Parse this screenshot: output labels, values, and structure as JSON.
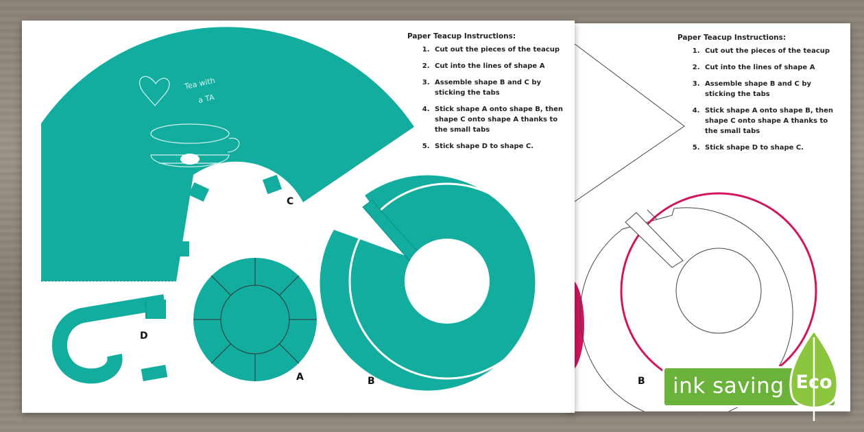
{
  "instructions": {
    "title": "Paper Teacup Instructions:",
    "steps": [
      "Cut out the pieces of the teacup",
      "Cut into the lines of shape A",
      "Assemble shape B and C by sticking the tabs",
      "Stick shape A onto shape B, then shape C onto shape A thanks to the small tabs",
      "Stick shape D to shape C."
    ]
  },
  "shape_labels": {
    "a": "A",
    "b": "B",
    "c": "C",
    "d": "D"
  },
  "decoration": {
    "line1": "Tea with",
    "line2": "a TA"
  },
  "eco_badge": {
    "text": "ink saving",
    "label": "Eco"
  },
  "colors": {
    "teal": "#13ada0",
    "magenta": "#d2145f",
    "eco_green": "#6ab23a",
    "leaf_green": "#8cc63f"
  }
}
